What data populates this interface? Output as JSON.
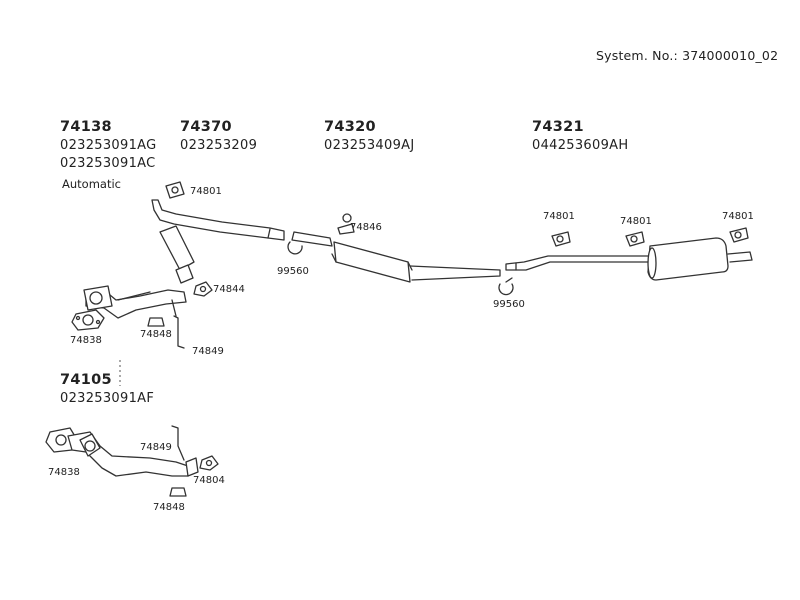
{
  "header": {
    "system_no": "System. No.: 374000010_02"
  },
  "groups": {
    "g1": {
      "number": "74138",
      "codes": [
        "023253091AG",
        "023253091AC"
      ],
      "note": "Automatic"
    },
    "g2": {
      "number": "74370",
      "codes": [
        "023253209"
      ]
    },
    "g3": {
      "number": "74320",
      "codes": [
        "023253409AJ"
      ]
    },
    "g4": {
      "number": "74321",
      "codes": [
        "044253609AH"
      ]
    },
    "g5": {
      "number": "74105",
      "codes": [
        "023253091AF"
      ]
    }
  },
  "callouts": {
    "hanger_front": "74801",
    "hanger_rear1": "74801",
    "hanger_rear2": "74801",
    "hanger_rear3": "74801",
    "hanger_mid": "74846",
    "clamp1": "99560",
    "clamp2": "99560",
    "gasket_top": "74844",
    "flange_top": "74838",
    "mount_top": "74848",
    "bracket_top": "74849",
    "flange_bot": "74838",
    "bracket_bot": "74849",
    "gasket_bot": "74804",
    "mount_bot": "74848"
  }
}
